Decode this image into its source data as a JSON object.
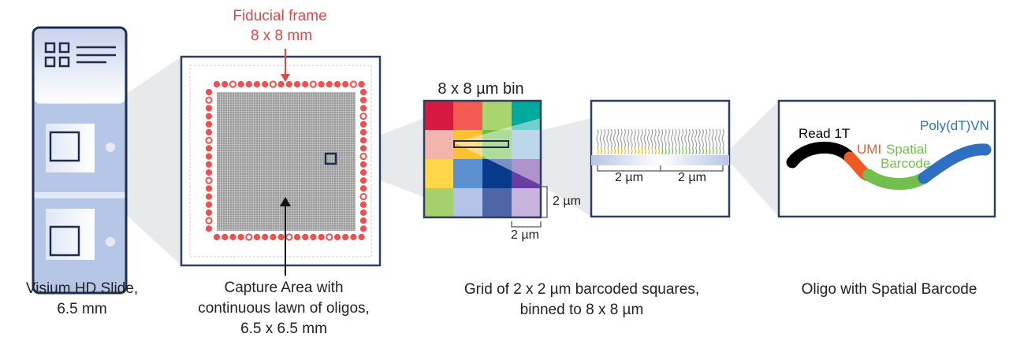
{
  "fiducial": {
    "title": "Fiducial frame",
    "size": "8 x 8 mm"
  },
  "bin": {
    "title": "8 x 8 µm bin",
    "scale_right": "2 µm",
    "scale_bottom": "2 µm",
    "cell_colors": [
      [
        "#d7193f",
        "#f25a52",
        "#a9d46e",
        "#00a99d"
      ],
      [
        "#f2b5ad",
        "#fdc22b",
        "#6cc04a",
        "#86b4d9"
      ],
      [
        "#ffd54a",
        "#5b8fd0",
        "#0a3a8c",
        "#6a3ea1"
      ],
      [
        "#a6d06b",
        "#b3c4e8",
        "#4f66a6",
        "#c7b3dc"
      ]
    ]
  },
  "strands": {
    "left_scale": "2 µm",
    "right_scale": "2 µm",
    "colors": {
      "left": "#f2b824",
      "right": "#6cba4a"
    }
  },
  "oligo": {
    "read": "Read 1T",
    "umi": "UMI",
    "spatial1": "Spatial",
    "spatial2": "Barcode",
    "polydt": "Poly(dT)VN",
    "colors": {
      "read": "#000000",
      "umi": "#ef5a24",
      "spatial": "#72bf4f",
      "polydt": "#2f6fbf"
    }
  },
  "captions": {
    "slide": [
      "Visium HD Slide,",
      "6.5 mm"
    ],
    "capture": [
      "Capture Area with",
      "continuous lawn of oligos,",
      "6.5 x 6.5 mm"
    ],
    "grid": [
      "Grid of 2 x 2 µm barcoded squares,",
      "binned to 8 x 8 µm"
    ],
    "oligo": [
      "Oligo with Spatial Barcode"
    ]
  }
}
